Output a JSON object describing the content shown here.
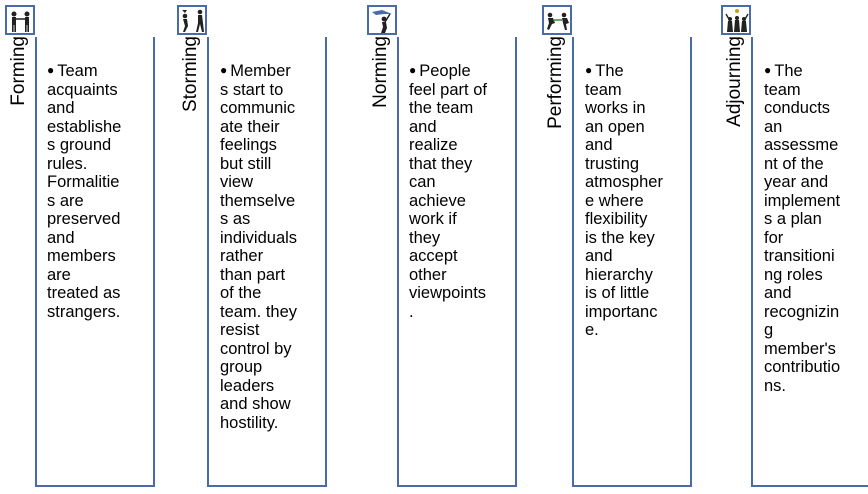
{
  "stages": [
    {
      "label": "Forming",
      "description": "Team acquaints and establishes ground rules. Formalities are preserved and members are treated as strangers.",
      "icon": "people-meeting-icon"
    },
    {
      "label": "Storming",
      "description": "Members start to communicate their feelings but still view themselves as individuals rather than part of the team. they resist control by group leaders and show hostility.",
      "icon": "people-arguing-icon"
    },
    {
      "label": "Norming",
      "description": "People feel part of the team and realize that they can achieve work if they accept other viewpoints.",
      "icon": "person-reaching-icon"
    },
    {
      "label": "Performing",
      "description": "The team works in an open and trusting atmosphere where flexibility is the key and hierarchy is of little importance.",
      "icon": "people-running-icon"
    },
    {
      "label": "Adjourning",
      "description": "The team conducts an assessment of the year and implements a plan for transitioning roles and recognizing member's contributions.",
      "icon": "people-celebrating-icon"
    }
  ],
  "colors": {
    "border": "#4a6aa8"
  }
}
